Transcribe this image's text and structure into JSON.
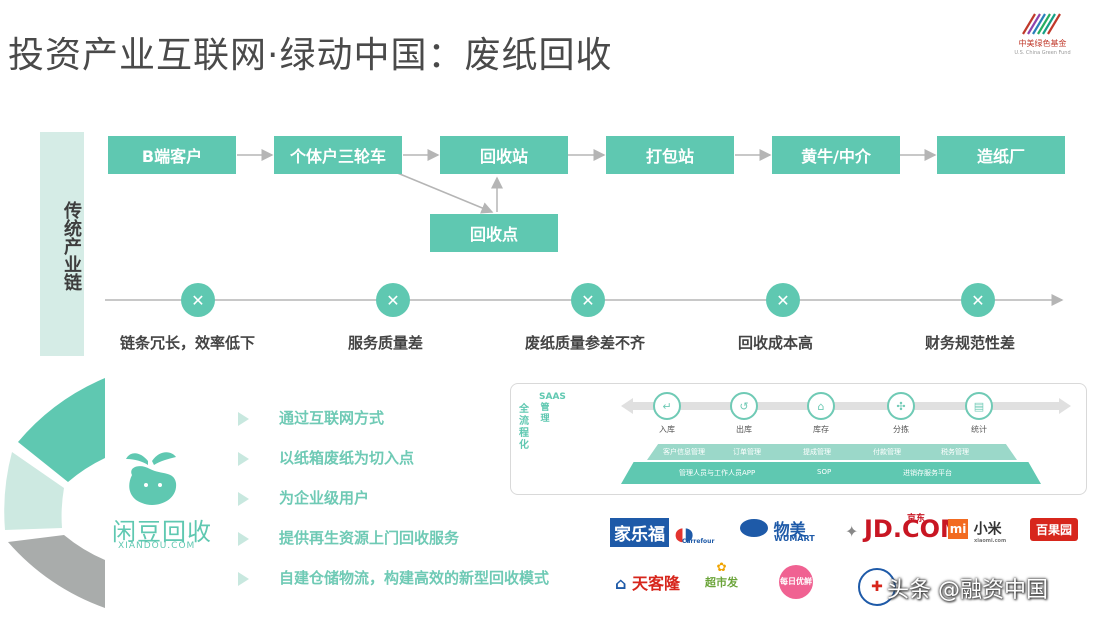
{
  "title": "投资产业互联网·绿动中国：废纸回收",
  "logo": {
    "text": "中美绿色基金",
    "subtitle": "U.S. China Green Fund"
  },
  "side_label": "传统产业链",
  "chain_boxes": [
    "B端客户",
    "个体户三轮车",
    "回收站",
    "打包站",
    "黄牛/中介",
    "造纸厂"
  ],
  "sub_box": "回收点",
  "problems": [
    "链条冗长，效率低下",
    "服务质量差",
    "废纸质量参差不齐",
    "回收成本高",
    "财务规范性差"
  ],
  "problem_icon": "x-icon",
  "brand": {
    "name": "闲豆回收",
    "domain": "XIANDOU.COM"
  },
  "bullets": [
    "通过互联网方式",
    "以纸箱废纸为切入点",
    "为企业级用户",
    "提供再生资源上门回收服务",
    "自建仓储物流，构建高效的新型回收模式"
  ],
  "saas": {
    "left_label": "全流程化",
    "col_label": "SAAS管理",
    "steps": [
      "入库",
      "出库",
      "库存",
      "分拣",
      "统计"
    ],
    "tier1": [
      "客户信息管理",
      "订单管理",
      "提成管理",
      "付款管理",
      "税务管理"
    ],
    "tier2": [
      "管理人员与工作人员APP",
      "SOP",
      "进销存服务平台"
    ]
  },
  "partners": [
    "家乐福",
    "Carrefour",
    "物美",
    "WUMART",
    "JD.COM",
    "京东",
    "小米",
    "xiaomi.com",
    "百果园",
    "天客隆",
    "超市发",
    "每日优鲜"
  ],
  "watermark": "头条 @融资中国",
  "colors": {
    "accent": "#5fc8b1",
    "accent_light": "#d5ece6",
    "gray": "#a9acab"
  }
}
